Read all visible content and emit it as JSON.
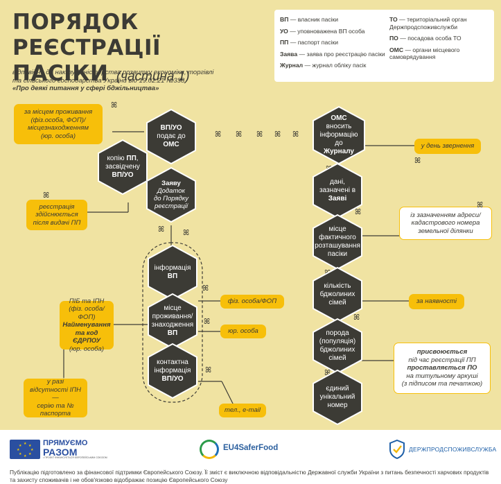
{
  "header": {
    "title_line1": "ПОРЯДОК РЕЄСТРАЦІЇ",
    "title_line2": "ПАСІКИ",
    "title_part": "(частина 1)",
    "subtitle_line1": "відповідно до наказу Міністерства розвитку економіки, торгівлі",
    "subtitle_line2": "та сільського господарства України від 19.02.21 №338",
    "subtitle_line3": "«Про деякі питання у сфері бджільництва»"
  },
  "legend": {
    "items": [
      {
        "abbr": "ВП",
        "text": " — власник пасіки"
      },
      {
        "abbr": "УО",
        "text": " — уповноважена ВП особа"
      },
      {
        "abbr": "ПП",
        "text": " — паспорт пасіки"
      },
      {
        "abbr": "Заява",
        "text": " — заява про реєстрацію пасіки"
      },
      {
        "abbr": "Журнал",
        "text": " — журнал обліку пасік"
      },
      {
        "abbr": "ТО",
        "text": " — територіальний орган Держпродспоживслужби"
      },
      {
        "abbr": "ПО",
        "text": " — посадова особа ТО"
      },
      {
        "abbr": "ОМС",
        "text": " — органи місцевого самоврядування"
      }
    ]
  },
  "left_column": {
    "hex_submit": {
      "line1": "ВП/УО",
      "line2": "подає до",
      "line3": "ОМС"
    },
    "hex_copy": {
      "line1": "копію ",
      "bold1": "ПП",
      "line2": ", засвідчену",
      "line3": "ВП/УО"
    },
    "hex_application": {
      "line1": "Заяву",
      "line2": "Додаток",
      "line3": "до Порядку",
      "line4": "реєстрації"
    },
    "hex_info": {
      "line1": "інформація",
      "line2": "ВП"
    },
    "hex_residence": {
      "line1": "місце",
      "line2": "проживання/",
      "line3": "знаходження",
      "line4": "ВП"
    },
    "hex_contact": {
      "line1": "контактна",
      "line2": "інформація",
      "line3": "ВП/УО"
    }
  },
  "right_column": {
    "hex_oms": {
      "line1": "ОМС",
      "line2": "вносить",
      "line3": "інформацію",
      "line4": "до",
      "line5": "Журналу"
    },
    "hex_data": {
      "line1": "дані,",
      "line2": "зазначені в",
      "line3": "Заяві"
    },
    "hex_location": {
      "line1": "місце",
      "line2": "фактичного",
      "line3": "розташування",
      "line4": "пасіки"
    },
    "hex_colonies": {
      "line1": "кількість",
      "line2": "бджолиних",
      "line3": "сімей"
    },
    "hex_breed": {
      "line1": "порода",
      "line2": "(популяція)",
      "line3": "бджолиних",
      "line4": "сімей"
    },
    "hex_number": {
      "line1": "єдиний",
      "line2": "унікальний",
      "line3": "номер"
    }
  },
  "callouts": {
    "residence": {
      "l1": "за місцем проживання",
      "l2": "(фіз.особа, ФОП)/",
      "l3": "місцезнаходженням",
      "l4": "(юр. особа)"
    },
    "registration": {
      "l1": "реєстрація",
      "l2": "здійснюється",
      "l3": "після видачі ПП"
    },
    "pib": {
      "l1": "ПІБ та ІПН",
      "l2": "(фіз. особа/ФОП)",
      "l3": "Найменування",
      "l4": "та код ЄДРПОУ",
      "l5": "(юр. особа)"
    },
    "no_ipn": {
      "l1": "у разі",
      "l2": "відсутності ІПН —",
      "l3": "серію та №",
      "l4": "паспорта"
    },
    "fiz": {
      "l1": "фіз. особа/ФОП"
    },
    "yur": {
      "l1": "юр. особа"
    },
    "contacts": {
      "l1": "тел., e-mail"
    },
    "day": {
      "l1": "у день звернення"
    },
    "address": {
      "l1": "із зазначенням адреси/",
      "l2": "кадастрового номера",
      "l3": "земельної ділянки"
    },
    "available": {
      "l1": "за наявності"
    },
    "assign": {
      "l1": "присвоюється",
      "l2": "під час реєстрації ПП",
      "l3": "проставляється ПО",
      "l4": "на титульному аркуші",
      "l5": "(з підписом та печаткою)"
    }
  },
  "footer": {
    "eu_line1": "ПРЯМУЄМО",
    "eu_line2": "РАЗОМ",
    "eu_small": "• ПРОЕКТ ФІНАНСУЄТЬСЯ ЄВРОПЕЙСЬКИМ СОЮЗОМ",
    "eu4_name": "EU4SaferFood",
    "dps_name": "ДЕРЖПРОДСПОЖИВСЛУЖБА",
    "disclaimer_line1": "Публікацію підготовлено за фінансової підтримки Європейського Союзу. Її зміст є виключною відповідальністю Державної служби України з питань безпечності харчових продуктів",
    "disclaimer_line2": "та захисту споживачів і не обов'язково відображає позицію Європейського Союзу"
  },
  "colors": {
    "background": "#f0e3a2",
    "hex_dark": "#3c3b35",
    "hex_outline": "#ffffff",
    "accent_yellow": "#f7bf0a",
    "text_dark": "#3c3b35"
  }
}
